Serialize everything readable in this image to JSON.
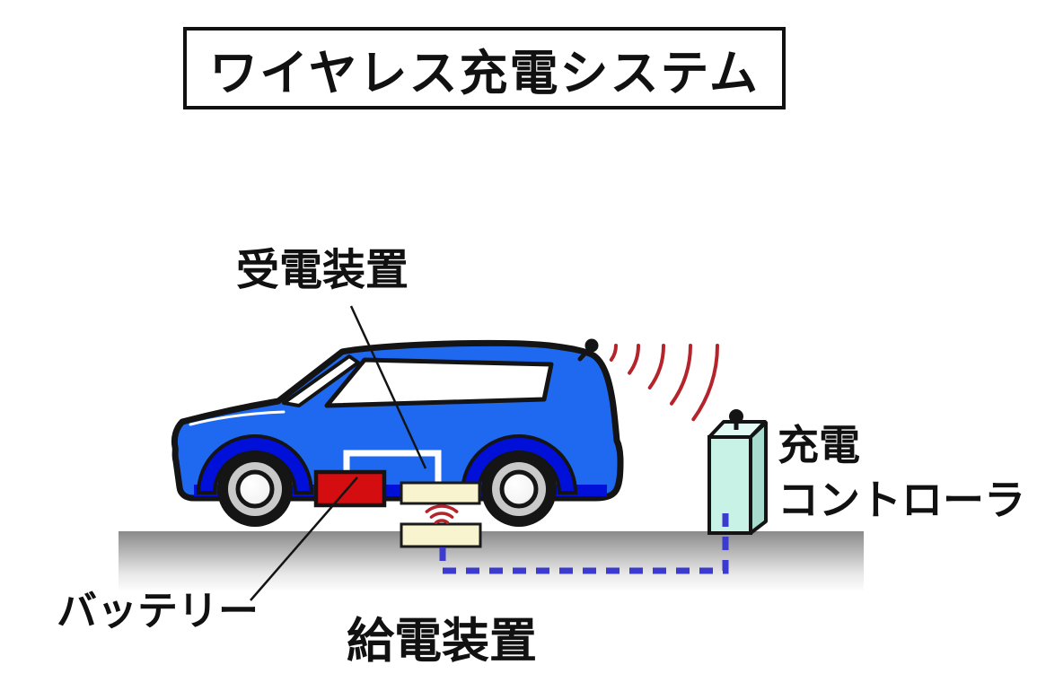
{
  "title": "ワイヤレス充電システム",
  "labels": {
    "receiver": "受電装置",
    "battery": "バッテリー",
    "ground_device": "給電装置",
    "controller": [
      "充電",
      "コントローラ"
    ]
  },
  "colors": {
    "car-body": "#1f69f0",
    "car-trim": "#0010d8",
    "battery": "#d40d10",
    "device-box": "#f8f4cf",
    "device-border": "#1a1a1a",
    "controller-front": "#c9f2e6",
    "controller-top": "#e2faf3",
    "controller-side": "#a8dccf",
    "cable": "#3b3bd0",
    "wave": "#b5232b",
    "outline": "#141414",
    "ground-top": "#8a8a8a",
    "ground-bottom": "#fdfdfd"
  }
}
